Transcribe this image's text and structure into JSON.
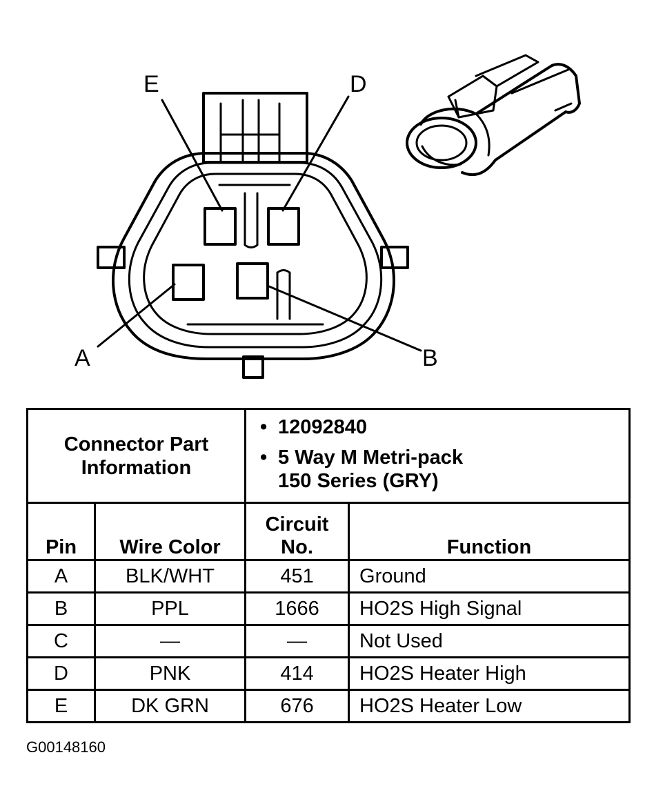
{
  "callouts": {
    "a": "A",
    "b": "B",
    "d": "D",
    "e": "E"
  },
  "connector_info": {
    "label_line1": "Connector Part",
    "label_line2": "Information",
    "part_number": "12092840",
    "description_line1": "5 Way M Metri-pack",
    "description_line2": "150 Series (GRY)"
  },
  "columns": {
    "pin": "Pin",
    "wire_color": "Wire Color",
    "circuit_line1": "Circuit",
    "circuit_line2": "No.",
    "function": "Function"
  },
  "rows": [
    {
      "pin": "A",
      "wire_color": "BLK/WHT",
      "circuit": "451",
      "function": "Ground"
    },
    {
      "pin": "B",
      "wire_color": "PPL",
      "circuit": "1666",
      "function": "HO2S High Signal"
    },
    {
      "pin": "C",
      "wire_color": "—",
      "circuit": "—",
      "function": "Not Used"
    },
    {
      "pin": "D",
      "wire_color": "PNK",
      "circuit": "414",
      "function": "HO2S Heater High"
    },
    {
      "pin": "E",
      "wire_color": "DK GRN",
      "circuit": "676",
      "function": "HO2S Heater Low"
    }
  ],
  "figure_id": "G00148160"
}
